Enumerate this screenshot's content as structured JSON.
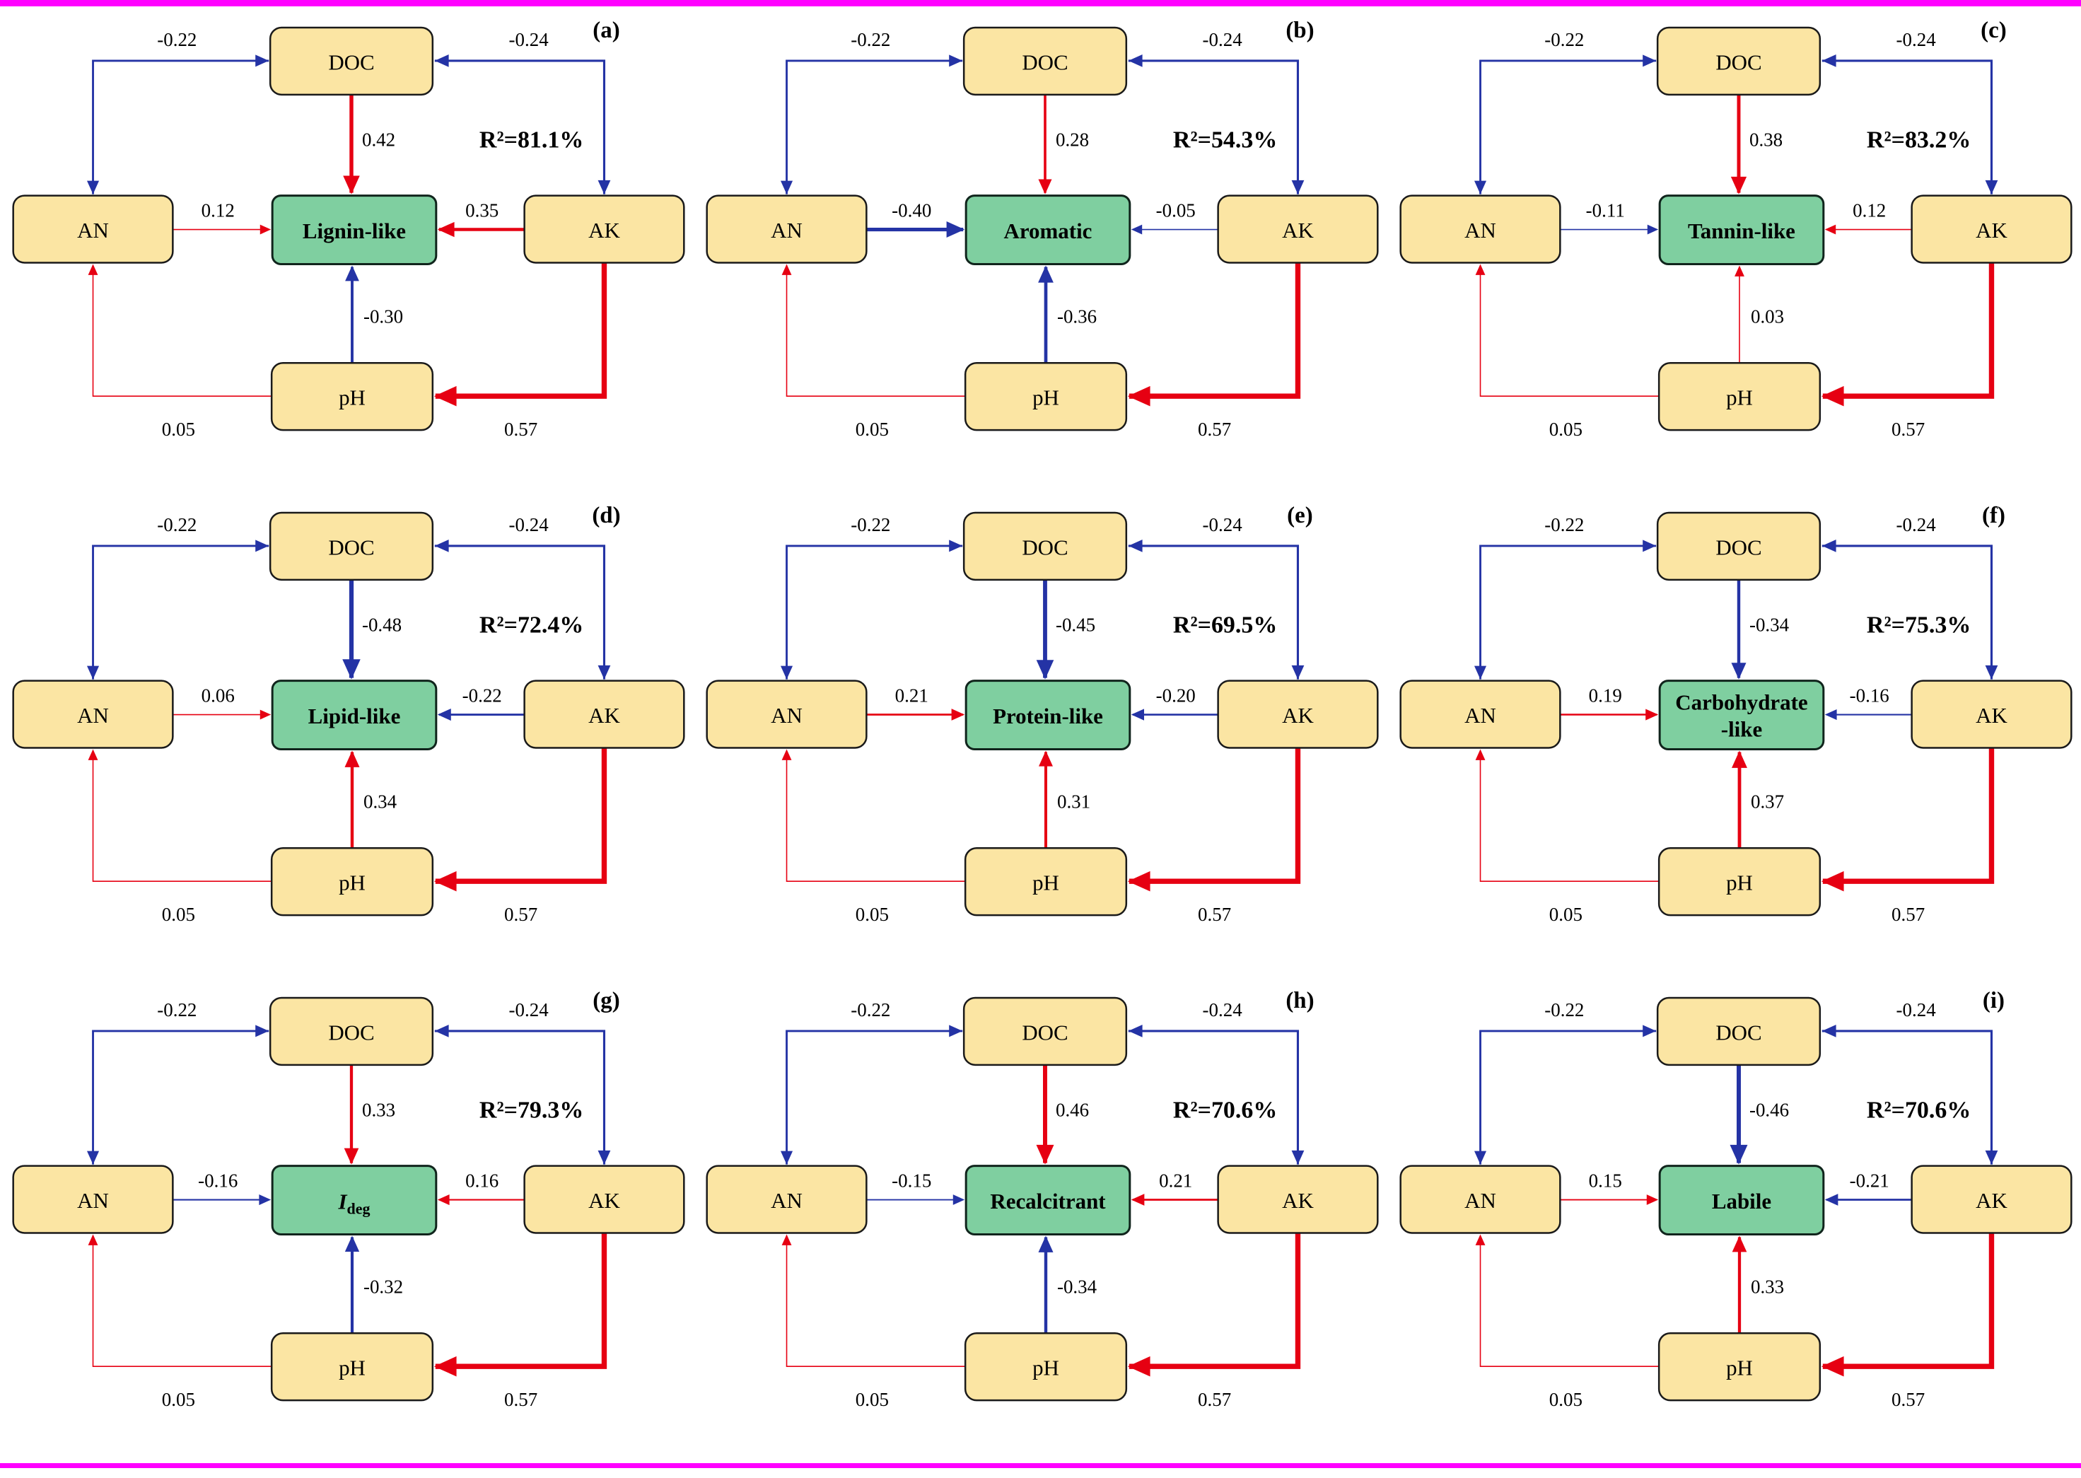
{
  "figure": {
    "border_color": "#ff00ff",
    "positive_color": "#e60012",
    "negative_color": "#2433a5",
    "node_fill": "#fbe5a3",
    "center_fill": "#7fcfa0",
    "nodes": {
      "top": "DOC",
      "left": "AN",
      "right": "AK",
      "bottom": "pH"
    }
  },
  "panels": [
    {
      "letter": "(a)",
      "r2": "R²=81.1%",
      "center": {
        "text": "Lignin-like"
      },
      "edges": {
        "an_doc": "-0.22",
        "ak_doc": "-0.24",
        "doc_center": "0.42",
        "an_center": "0.12",
        "ak_center": "0.35",
        "ph_center": "-0.30",
        "ak_ph": "0.57",
        "ph_an": "0.05"
      }
    },
    {
      "letter": "(b)",
      "r2": "R²=54.3%",
      "center": {
        "text": "Aromatic"
      },
      "edges": {
        "an_doc": "-0.22",
        "ak_doc": "-0.24",
        "doc_center": "0.28",
        "an_center": "-0.40",
        "ak_center": "-0.05",
        "ph_center": "-0.36",
        "ak_ph": "0.57",
        "ph_an": "0.05"
      }
    },
    {
      "letter": "(c)",
      "r2": "R²=83.2%",
      "center": {
        "text": "Tannin-like"
      },
      "edges": {
        "an_doc": "-0.22",
        "ak_doc": "-0.24",
        "doc_center": "0.38",
        "an_center": "-0.11",
        "ak_center": "0.12",
        "ph_center": "0.03",
        "ak_ph": "0.57",
        "ph_an": "0.05"
      }
    },
    {
      "letter": "(d)",
      "r2": "R²=72.4%",
      "center": {
        "text": "Lipid-like"
      },
      "edges": {
        "an_doc": "-0.22",
        "ak_doc": "-0.24",
        "doc_center": "-0.48",
        "an_center": "0.06",
        "ak_center": "-0.22",
        "ph_center": "0.34",
        "ak_ph": "0.57",
        "ph_an": "0.05"
      }
    },
    {
      "letter": "(e)",
      "r2": "R²=69.5%",
      "center": {
        "text": "Protein-like"
      },
      "edges": {
        "an_doc": "-0.22",
        "ak_doc": "-0.24",
        "doc_center": "-0.45",
        "an_center": "0.21",
        "ak_center": "-0.20",
        "ph_center": "0.31",
        "ak_ph": "0.57",
        "ph_an": "0.05"
      }
    },
    {
      "letter": "(f)",
      "r2": "R²=75.3%",
      "center": {
        "lines": [
          "Carbohydrate",
          "-like"
        ]
      },
      "edges": {
        "an_doc": "-0.22",
        "ak_doc": "-0.24",
        "doc_center": "-0.34",
        "an_center": "0.19",
        "ak_center": "-0.16",
        "ph_center": "0.37",
        "ak_ph": "0.57",
        "ph_an": "0.05"
      }
    },
    {
      "letter": "(g)",
      "r2": "R²=79.3%",
      "center": {
        "main": "I",
        "sub": "deg"
      },
      "edges": {
        "an_doc": "-0.22",
        "ak_doc": "-0.24",
        "doc_center": "0.33",
        "an_center": "-0.16",
        "ak_center": "0.16",
        "ph_center": "-0.32",
        "ak_ph": "0.57",
        "ph_an": "0.05"
      }
    },
    {
      "letter": "(h)",
      "r2": "R²=70.6%",
      "center": {
        "text": "Recalcitrant"
      },
      "edges": {
        "an_doc": "-0.22",
        "ak_doc": "-0.24",
        "doc_center": "0.46",
        "an_center": "-0.15",
        "ak_center": "0.21",
        "ph_center": "-0.34",
        "ak_ph": "0.57",
        "ph_an": "0.05"
      }
    },
    {
      "letter": "(i)",
      "r2": "R²=70.6%",
      "center": {
        "text": "Labile"
      },
      "edges": {
        "an_doc": "-0.22",
        "ak_doc": "-0.24",
        "doc_center": "-0.46",
        "an_center": "0.15",
        "ak_center": "-0.21",
        "ph_center": "0.33",
        "ak_ph": "0.57",
        "ph_an": "0.05"
      }
    }
  ]
}
